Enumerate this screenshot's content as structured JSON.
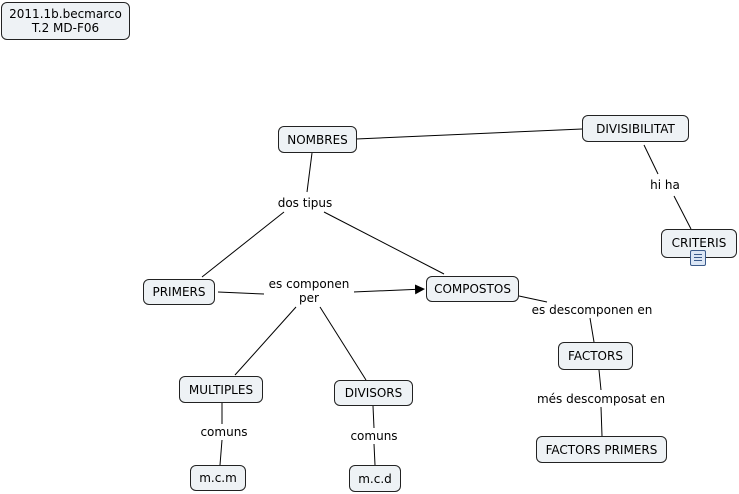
{
  "title": {
    "line1": "2011.1b.becmarco",
    "line2": "T.2 MD-F06"
  },
  "concepts": {
    "nombres": "NOMBRES",
    "divisibilitat": "DIVISIBILITAT",
    "criteris": "CRITERIS",
    "primers": "PRIMERS",
    "compostos": "COMPOSTOS",
    "factors": "FACTORS",
    "factors_primers": "FACTORS PRIMERS",
    "multiples": "MULTIPLES",
    "divisors": "DIVISORS",
    "mcm": "m.c.m",
    "mcd": "m.c.d"
  },
  "links": {
    "hi_ha": "hi ha",
    "dos_tipus": "dos tipus",
    "es_componen_per_1": "es componen",
    "es_componen_per_2": "per",
    "es_descomponen_en": "es descomponen en",
    "mes_descomposat_en": "més descomposat en",
    "comuns_1": "comuns",
    "comuns_2": "comuns"
  },
  "icons": {
    "criteris_resource": "document-icon"
  }
}
